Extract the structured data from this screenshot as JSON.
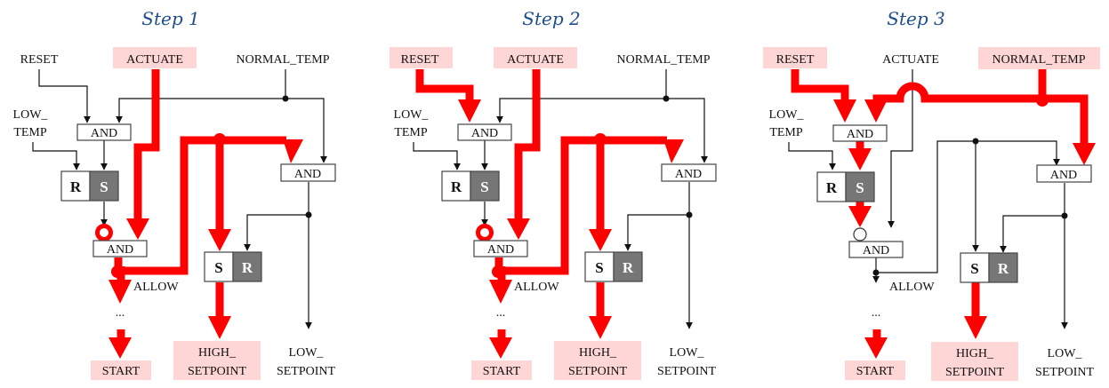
{
  "diagram": {
    "highlight_color": "#ff0000",
    "label_highlight_color": "#ffd6d6",
    "steps": [
      {
        "title": "Step 1",
        "highlighted_inputs": [
          "ACTUATE"
        ],
        "highlighted_outputs": [
          "START",
          "HIGH_SETPOINT"
        ]
      },
      {
        "title": "Step 2",
        "highlighted_inputs": [
          "RESET",
          "ACTUATE"
        ],
        "highlighted_outputs": [
          "START",
          "HIGH_SETPOINT"
        ]
      },
      {
        "title": "Step 3",
        "highlighted_inputs": [
          "RESET",
          "NORMAL_TEMP"
        ],
        "highlighted_outputs": [
          "START",
          "HIGH_SETPOINT"
        ]
      }
    ],
    "labels": {
      "reset": "RESET",
      "actuate": "ACTUATE",
      "normal_temp": "NORMAL_TEMP",
      "low_temp_line1": "LOW_",
      "low_temp_line2": "TEMP",
      "and": "AND",
      "r": "R",
      "s": "S",
      "allow": "ALLOW",
      "ellipsis": "...",
      "start": "START",
      "high_setpoint_line1": "HIGH_",
      "high_setpoint_line2": "SETPOINT",
      "low_setpoint_line1": "LOW_",
      "low_setpoint_line2": "SETPOINT"
    }
  }
}
